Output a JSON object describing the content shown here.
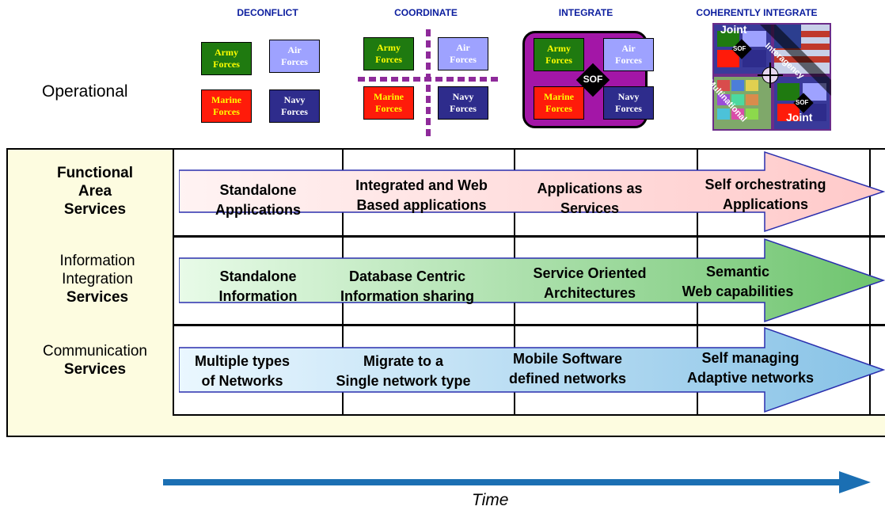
{
  "stages": [
    "DECONFLICT",
    "COORDINATE",
    "INTEGRATE",
    "COHERENTLY INTEGRATE"
  ],
  "operational_label": "Operational",
  "forces": {
    "army": [
      "Army",
      "Forces"
    ],
    "air": [
      "Air",
      "Forces"
    ],
    "marine": [
      "Marine",
      "Forces"
    ],
    "navy": [
      "Navy",
      "Forces"
    ]
  },
  "sof": "SOF",
  "coherent": {
    "joint_top": "Joint",
    "joint_bottom": "Joint",
    "interagency": "Interagency",
    "multinational": "Multinational",
    "sof": "SOF"
  },
  "rows": [
    {
      "label": [
        "Functional",
        "Area",
        "Services"
      ],
      "cells": [
        [
          "Standalone",
          "Applications"
        ],
        [
          "Integrated and Web",
          "Based applications"
        ],
        [
          "Applications as",
          "Services"
        ],
        [
          "Self orchestrating",
          "Applications"
        ]
      ]
    },
    {
      "label": [
        "Information",
        "Integration",
        "Services"
      ],
      "cells": [
        [
          "Standalone",
          "Information"
        ],
        [
          "Database Centric",
          "Information sharing"
        ],
        [
          "Service Oriented",
          "Architectures"
        ],
        [
          "Semantic",
          "Web capabilities"
        ]
      ]
    },
    {
      "label": [
        "Communication",
        "Services"
      ],
      "cells": [
        [
          "Multiple types",
          "of Networks"
        ],
        [
          "Migrate to a",
          "Single network type"
        ],
        [
          "Mobile Software",
          "defined networks"
        ],
        [
          "Self managing",
          "Adaptive networks"
        ]
      ]
    }
  ],
  "time_label": "Time",
  "colors": {
    "title_blue": "#0b1d9e",
    "army": "#1f7a10",
    "air": "#9ea2ff",
    "marine": "#ff1b0a",
    "navy": "#2e2c8c",
    "integrate_purple": "#a316a7",
    "panel_yellow": "#fdfce0",
    "arrow_row1": "#ffd3d3",
    "arrow_row2": "#a8e6a8",
    "arrow_row3": "#bfe4f7",
    "time_arrow": "#1b6fb3"
  }
}
